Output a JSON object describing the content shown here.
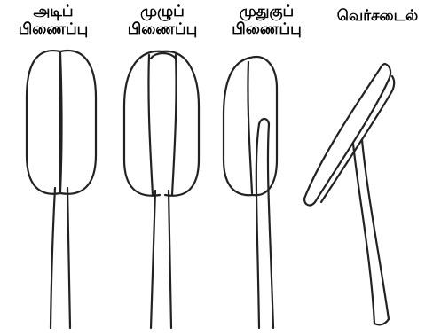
{
  "panels": [
    {
      "key": "basifixed",
      "line1": "அடிப்",
      "line2": "பிணைப்பு"
    },
    {
      "key": "adnate",
      "line1": "முழுப்",
      "line2": "பிணைப்பு"
    },
    {
      "key": "dorsifixed",
      "line1": "முதுகுப்",
      "line2": "பிணைப்பு"
    },
    {
      "key": "versatile",
      "line1": "வெர்சடைல்",
      "line2": ""
    }
  ]
}
